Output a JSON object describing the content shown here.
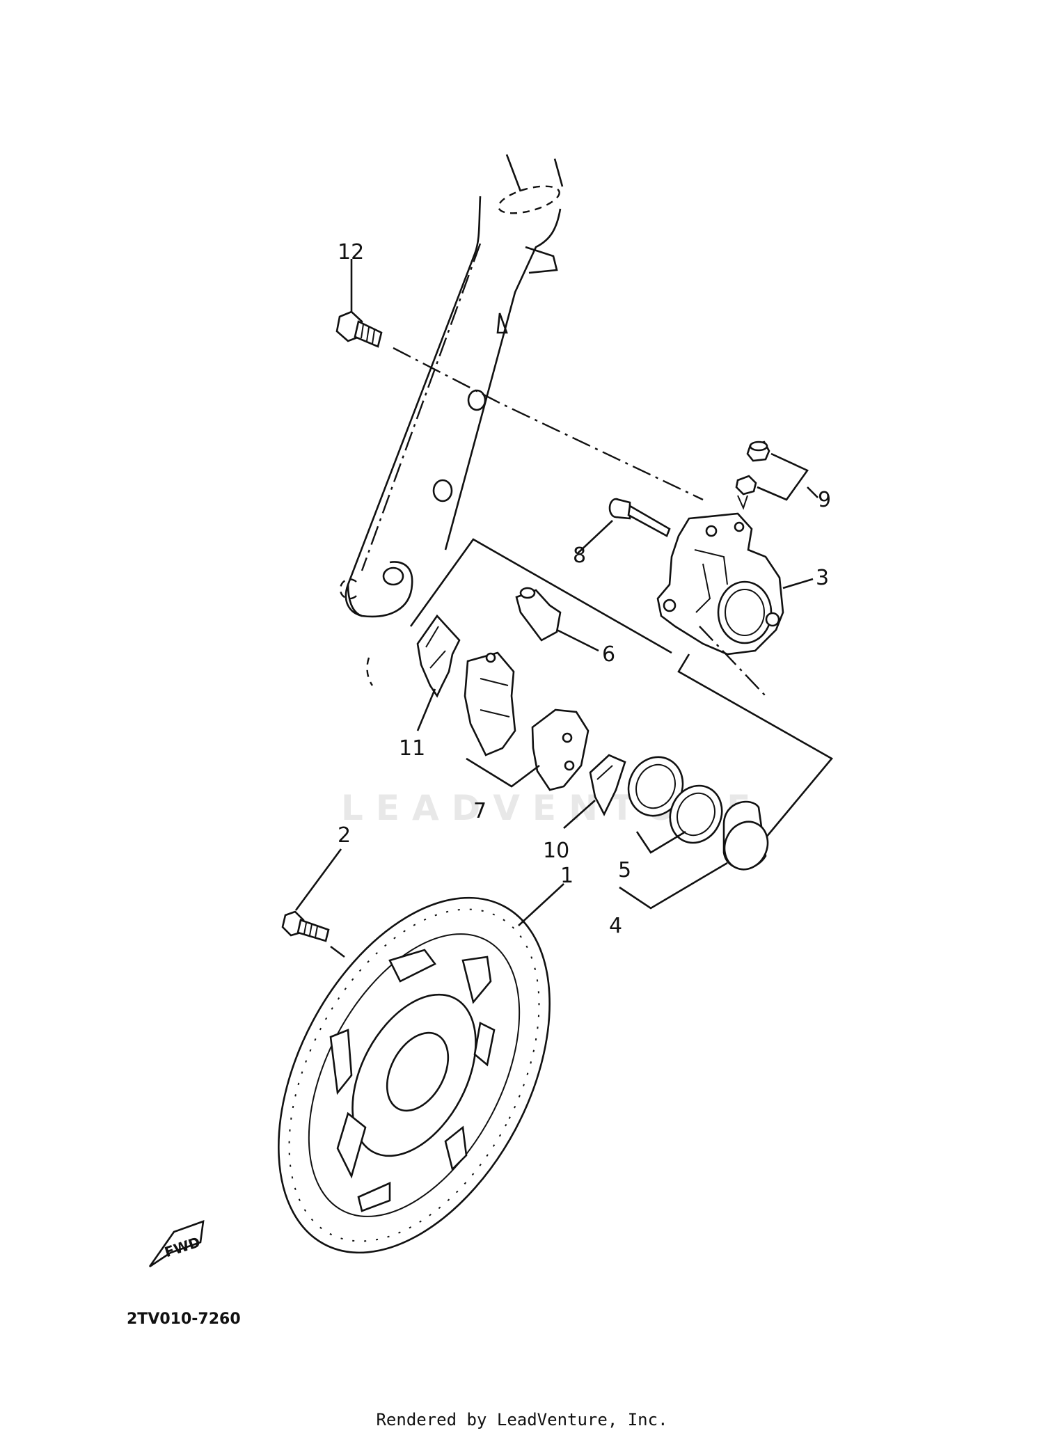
{
  "diagram": {
    "code": "2TV010-7260",
    "fwd_label": "FWD",
    "watermark": "LEADVENTURE",
    "footer": "Rendered by LeadVenture, Inc."
  },
  "callouts": [
    {
      "id": "1",
      "label": "1"
    },
    {
      "id": "2",
      "label": "2"
    },
    {
      "id": "3",
      "label": "3"
    },
    {
      "id": "4",
      "label": "4"
    },
    {
      "id": "5",
      "label": "5"
    },
    {
      "id": "6",
      "label": "6"
    },
    {
      "id": "7",
      "label": "7"
    },
    {
      "id": "8",
      "label": "8"
    },
    {
      "id": "9",
      "label": "9"
    },
    {
      "id": "10",
      "label": "10"
    },
    {
      "id": "11",
      "label": "11"
    },
    {
      "id": "12",
      "label": "12"
    }
  ]
}
